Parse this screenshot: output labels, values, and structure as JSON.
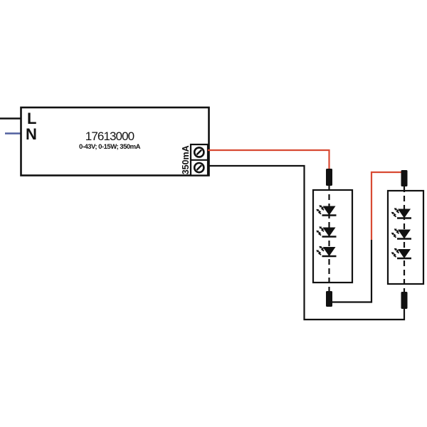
{
  "colors": {
    "ink": "#111111",
    "wire_red": "#d84a33",
    "wire_blue": "#51609f",
    "background": "#ffffff"
  },
  "driver": {
    "part_number": "17613000",
    "specs": "0-43V; 0-15W; 350mA",
    "input_terminals": {
      "live": "L",
      "neutral": "N"
    },
    "output": {
      "label": "350mA",
      "terminal_count": 2
    }
  },
  "led_modules": [
    {
      "id": "led-module-1",
      "led_count": 3
    },
    {
      "id": "led-module-2",
      "led_count": 3
    }
  ],
  "wiring": {
    "output_positive_color": "red",
    "output_return_color": "black",
    "neutral_color": "blue",
    "modules_connection": "series"
  }
}
